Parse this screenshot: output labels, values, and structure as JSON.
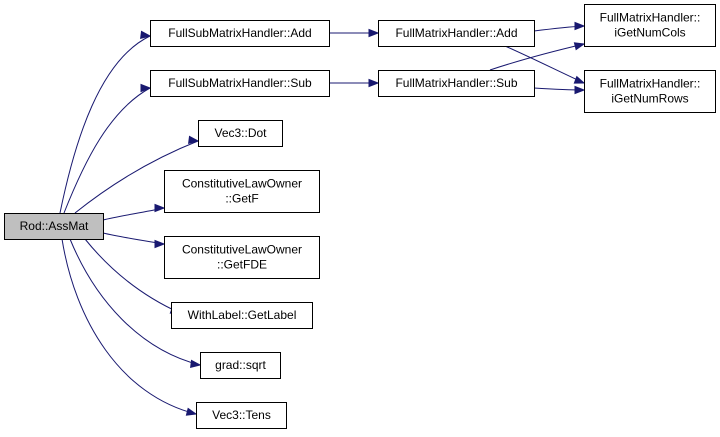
{
  "graph": {
    "root": "n_root",
    "nodes": [
      {
        "id": "n_root",
        "lines": [
          "Rod::AssMat"
        ],
        "is_root": true
      },
      {
        "id": "n_fsm_add",
        "lines": [
          "FullSubMatrixHandler::Add"
        ]
      },
      {
        "id": "n_fsm_sub",
        "lines": [
          "FullSubMatrixHandler::Sub"
        ]
      },
      {
        "id": "n_vec3_dot",
        "lines": [
          "Vec3::Dot"
        ]
      },
      {
        "id": "n_clo_getf",
        "lines": [
          "ConstitutiveLawOwner",
          "::GetF"
        ]
      },
      {
        "id": "n_clo_getfde",
        "lines": [
          "ConstitutiveLawOwner",
          "::GetFDE"
        ]
      },
      {
        "id": "n_wl_getlabel",
        "lines": [
          "WithLabel::GetLabel"
        ]
      },
      {
        "id": "n_grad_sqrt",
        "lines": [
          "grad::sqrt"
        ]
      },
      {
        "id": "n_vec3_tens",
        "lines": [
          "Vec3::Tens"
        ]
      },
      {
        "id": "n_fm_add",
        "lines": [
          "FullMatrixHandler::Add"
        ]
      },
      {
        "id": "n_fm_sub",
        "lines": [
          "FullMatrixHandler::Sub"
        ]
      },
      {
        "id": "n_fm_cols",
        "lines": [
          "FullMatrixHandler::",
          "iGetNumCols"
        ]
      },
      {
        "id": "n_fm_rows",
        "lines": [
          "FullMatrixHandler::",
          "iGetNumRows"
        ]
      }
    ],
    "edges": [
      {
        "from": "n_root",
        "to": "n_fsm_add"
      },
      {
        "from": "n_root",
        "to": "n_fsm_sub"
      },
      {
        "from": "n_root",
        "to": "n_vec3_dot"
      },
      {
        "from": "n_root",
        "to": "n_clo_getf"
      },
      {
        "from": "n_root",
        "to": "n_clo_getfde"
      },
      {
        "from": "n_root",
        "to": "n_wl_getlabel"
      },
      {
        "from": "n_root",
        "to": "n_grad_sqrt"
      },
      {
        "from": "n_root",
        "to": "n_vec3_tens"
      },
      {
        "from": "n_fsm_add",
        "to": "n_fm_add"
      },
      {
        "from": "n_fsm_sub",
        "to": "n_fm_sub"
      },
      {
        "from": "n_fm_add",
        "to": "n_fm_cols"
      },
      {
        "from": "n_fm_add",
        "to": "n_fm_rows"
      },
      {
        "from": "n_fm_sub",
        "to": "n_fm_cols"
      },
      {
        "from": "n_fm_sub",
        "to": "n_fm_rows"
      }
    ]
  }
}
